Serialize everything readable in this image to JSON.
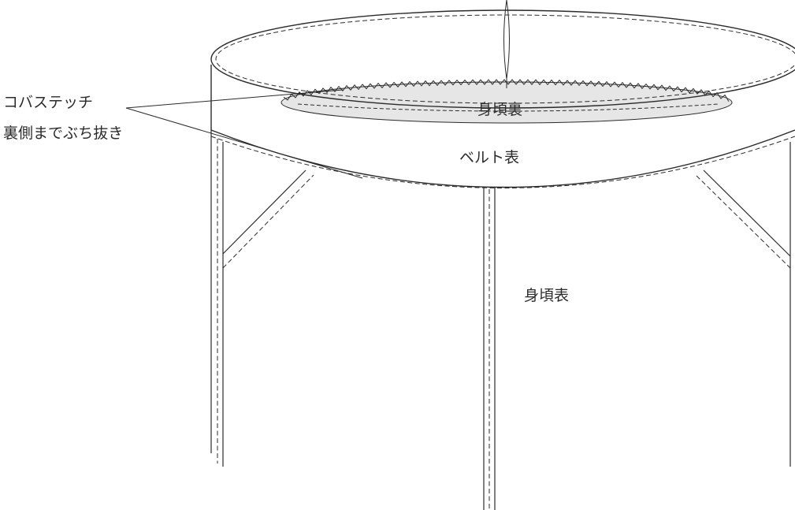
{
  "labels": {
    "edge_stitch": "コバステッチ",
    "through_stitch": "裏側までぶち抜き",
    "bodice_lining": "身頃裏",
    "belt_face": "ベルト表",
    "bodice_face": "身頃表"
  },
  "colors": {
    "line": "#2b2b2b",
    "lining_fill": "#e6e6e6",
    "background": "#ffffff"
  }
}
